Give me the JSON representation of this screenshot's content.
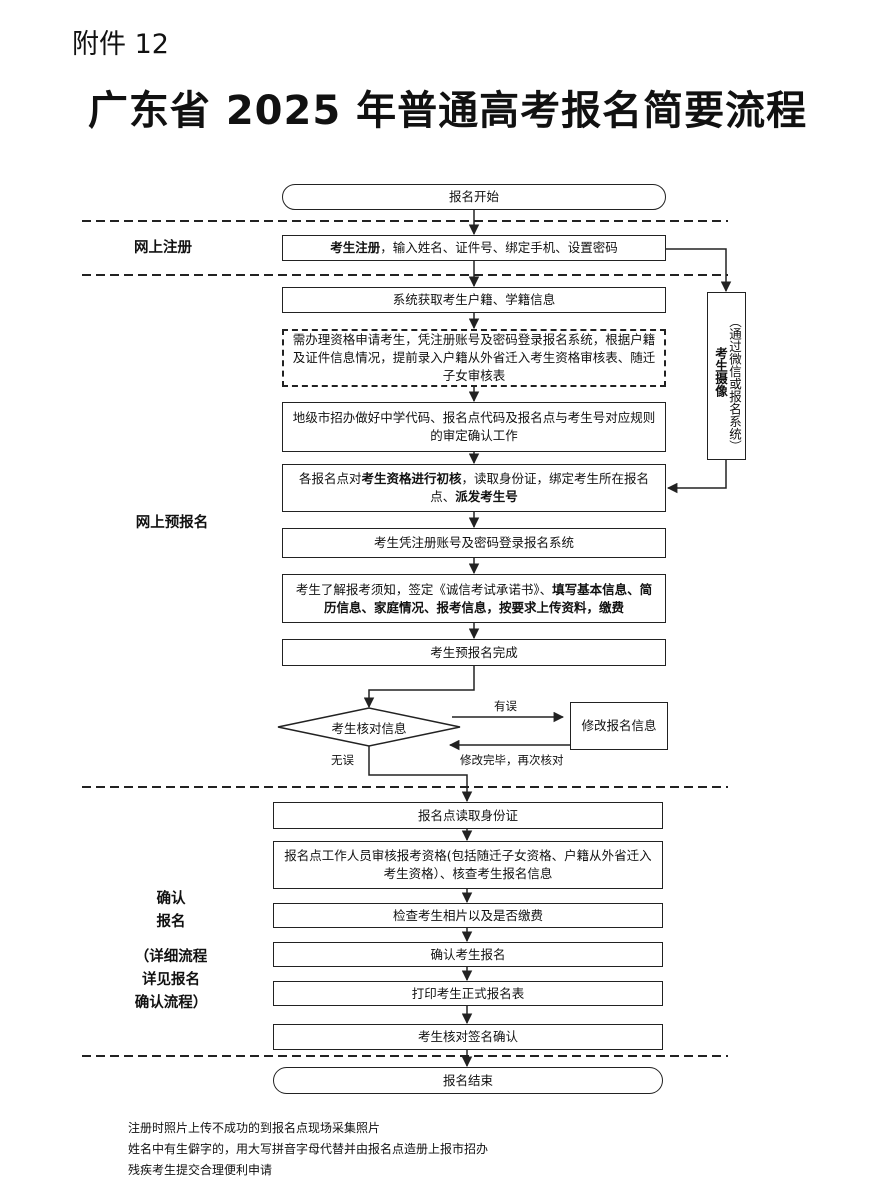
{
  "header": {
    "attachment": "附件 12",
    "title": "广东省 2025 年普通高考报名简要流程"
  },
  "sections": {
    "online_register": "网上注册",
    "online_prereg": "网上预报名",
    "confirm_1": "确认",
    "confirm_2": "报名",
    "confirm_3": "（详细流程",
    "confirm_4": "详见报名",
    "confirm_5": "确认流程）"
  },
  "steps": {
    "start": "报名开始",
    "register_bold": "考生注册",
    "register_rest": "，输入姓名、证件号、绑定手机、设置密码",
    "get_info": "系统获取考生户籍、学籍信息",
    "qualification": "需办理资格申请考生，凭注册账号及密码登录报名系统，根据户籍及证件信息情况，提前录入户籍从外省迁入考生资格审核表、随迁子女审核表",
    "city_work": "地级市招办做好中学代码、报名点代码及报名点与考生号对应规则的审定确认工作",
    "initial_check_1": "各报名点对",
    "initial_check_bold1": "考生资格进行初核",
    "initial_check_2": "，读取身份证，绑定考生所在报名点、",
    "initial_check_bold2": "派发考生号",
    "login": "考生凭注册账号及密码登录报名系统",
    "fill_1": "考生了解报考须知，签定《诚信考试承诺书》、",
    "fill_bold": "填写基本信息、简历信息、家庭情况、报考信息，按要求上传资料，缴费",
    "prereg_done": "考生预报名完成",
    "verify": "考生核对信息",
    "modify": "修改报名信息",
    "read_id": "报名点读取身份证",
    "staff_review": "报名点工作人员审核报考资格(包括随迁子女资格、户籍从外省迁入考生资格）、核查考生报名信息",
    "check_photo": "检查考生相片以及是否缴费",
    "confirm_reg": "确认考生报名",
    "print_form": "打印考生正式报名表",
    "sign_confirm": "考生核对签名确认",
    "end": "报名结束"
  },
  "photo_box": {
    "title": "考生摄像",
    "sub": "（通过微信或报名系统）"
  },
  "labels": {
    "has_error": "有误",
    "no_error": "无误",
    "recheck": "修改完毕，再次核对"
  },
  "notes": [
    "注册时照片上传不成功的到报名点现场采集照片",
    "姓名中有生僻字的，用大写拼音字母代替并由报名点造册上报市招办",
    "残疾考生提交合理便利申请"
  ]
}
